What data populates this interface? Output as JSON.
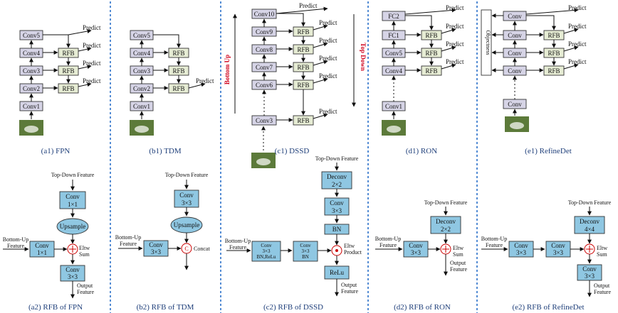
{
  "panels": {
    "a1": {
      "caption": "(a1) FPN",
      "boxes": [
        "Conv5",
        "Conv4",
        "Conv3",
        "Conv2",
        "Conv1"
      ],
      "rfb": "RFB",
      "predict": "Predict"
    },
    "b1": {
      "caption": "(b1) TDM",
      "boxes": [
        "Conv5",
        "Conv4",
        "Conv3",
        "Conv2",
        "Conv1"
      ],
      "rfb": "RFB",
      "predict": "Predict"
    },
    "c1": {
      "caption": "(c1) DSSD",
      "boxes": [
        "Conv10",
        "Conv9",
        "Conv8",
        "Conv7",
        "Conv6",
        "Conv3"
      ],
      "rfb": "RFB",
      "predict": "Predict",
      "bottom_up": "Bottom Up",
      "top_down": "Top Down"
    },
    "d1": {
      "caption": "(d1) RON",
      "boxes": [
        "FC2",
        "FC1",
        "Conv5",
        "Conv4",
        "Conv1"
      ],
      "rfb": "RFB",
      "predict": "Predict"
    },
    "e1": {
      "caption": "(e1) RefineDet",
      "boxes": [
        "Conv",
        "Conv",
        "Conv",
        "Conv",
        "Conv"
      ],
      "rfb": "RFB",
      "predict": "Predict",
      "objectness": "Objectness"
    },
    "a2": {
      "caption": "(a2) RFB of FPN",
      "top_feature": "Top-Down Feature",
      "conv1x1_top": [
        "Conv",
        "1×1"
      ],
      "upsample": "Upsample",
      "bottom_feature": [
        "Bottom-Up",
        "Feature"
      ],
      "conv1x1": [
        "Conv",
        "1×1"
      ],
      "op": [
        "Eltw",
        "Sum"
      ],
      "conv3x3": [
        "Conv",
        "3×3"
      ],
      "output": [
        "Output",
        "Feature"
      ]
    },
    "b2": {
      "caption": "(b2) RFB of TDM",
      "top_feature": "Top-Down Feature",
      "conv_top": [
        "Conv",
        "3×3"
      ],
      "upsample": "Upsample",
      "bottom_feature": [
        "Bottom-Up",
        "Feature"
      ],
      "conv_left": [
        "Conv",
        "3×3"
      ],
      "op": "Concat"
    },
    "c2": {
      "caption": "(c2) RFB of DSSD",
      "top_feature": "Top-Down Feature",
      "deconv": [
        "Deconv",
        "2×2"
      ],
      "conv": [
        "Conv",
        "3×3"
      ],
      "bn": "BN",
      "bottom_feature": [
        "Bottom-Up",
        "Feature"
      ],
      "conv1": [
        "Conv",
        "3×3",
        "BN,ReLu"
      ],
      "conv2": [
        "Conv",
        "3×3",
        "BN"
      ],
      "op": [
        "Eltw",
        "Product"
      ],
      "relu": "ReLu",
      "output": [
        "Output",
        "Feature"
      ]
    },
    "d2": {
      "caption": "(d2) RFB of RON",
      "top_feature": "Top-Down Feature",
      "deconv": [
        "Deconv",
        "2×2"
      ],
      "bottom_feature": [
        "Bottom-Up",
        "Feature"
      ],
      "conv": [
        "Conv",
        "3×3"
      ],
      "op": [
        "Eltw",
        "Sum"
      ],
      "output": [
        "Output",
        "Feature"
      ]
    },
    "e2": {
      "caption": "(e2) RFB of RefineDet",
      "top_feature": "Top-Down Feature",
      "deconv": [
        "Deconv",
        "4×4"
      ],
      "bottom_feature": [
        "Bottom-Up",
        "Feature"
      ],
      "conv1": [
        "Conv",
        "3×3"
      ],
      "conv2": [
        "Conv",
        "3×3"
      ],
      "op": [
        "Eltw",
        "Sum"
      ],
      "conv_out": [
        "Conv",
        "3×3"
      ],
      "output": [
        "Output",
        "Feature"
      ]
    }
  },
  "colors": {
    "conv_box": "#d6d4e6",
    "rfb_box": "#e6ecd4",
    "rfb_detail_box": "#8fc7e2",
    "separator": "#2a6fc9",
    "bottom_up_text": "#d0021b"
  }
}
